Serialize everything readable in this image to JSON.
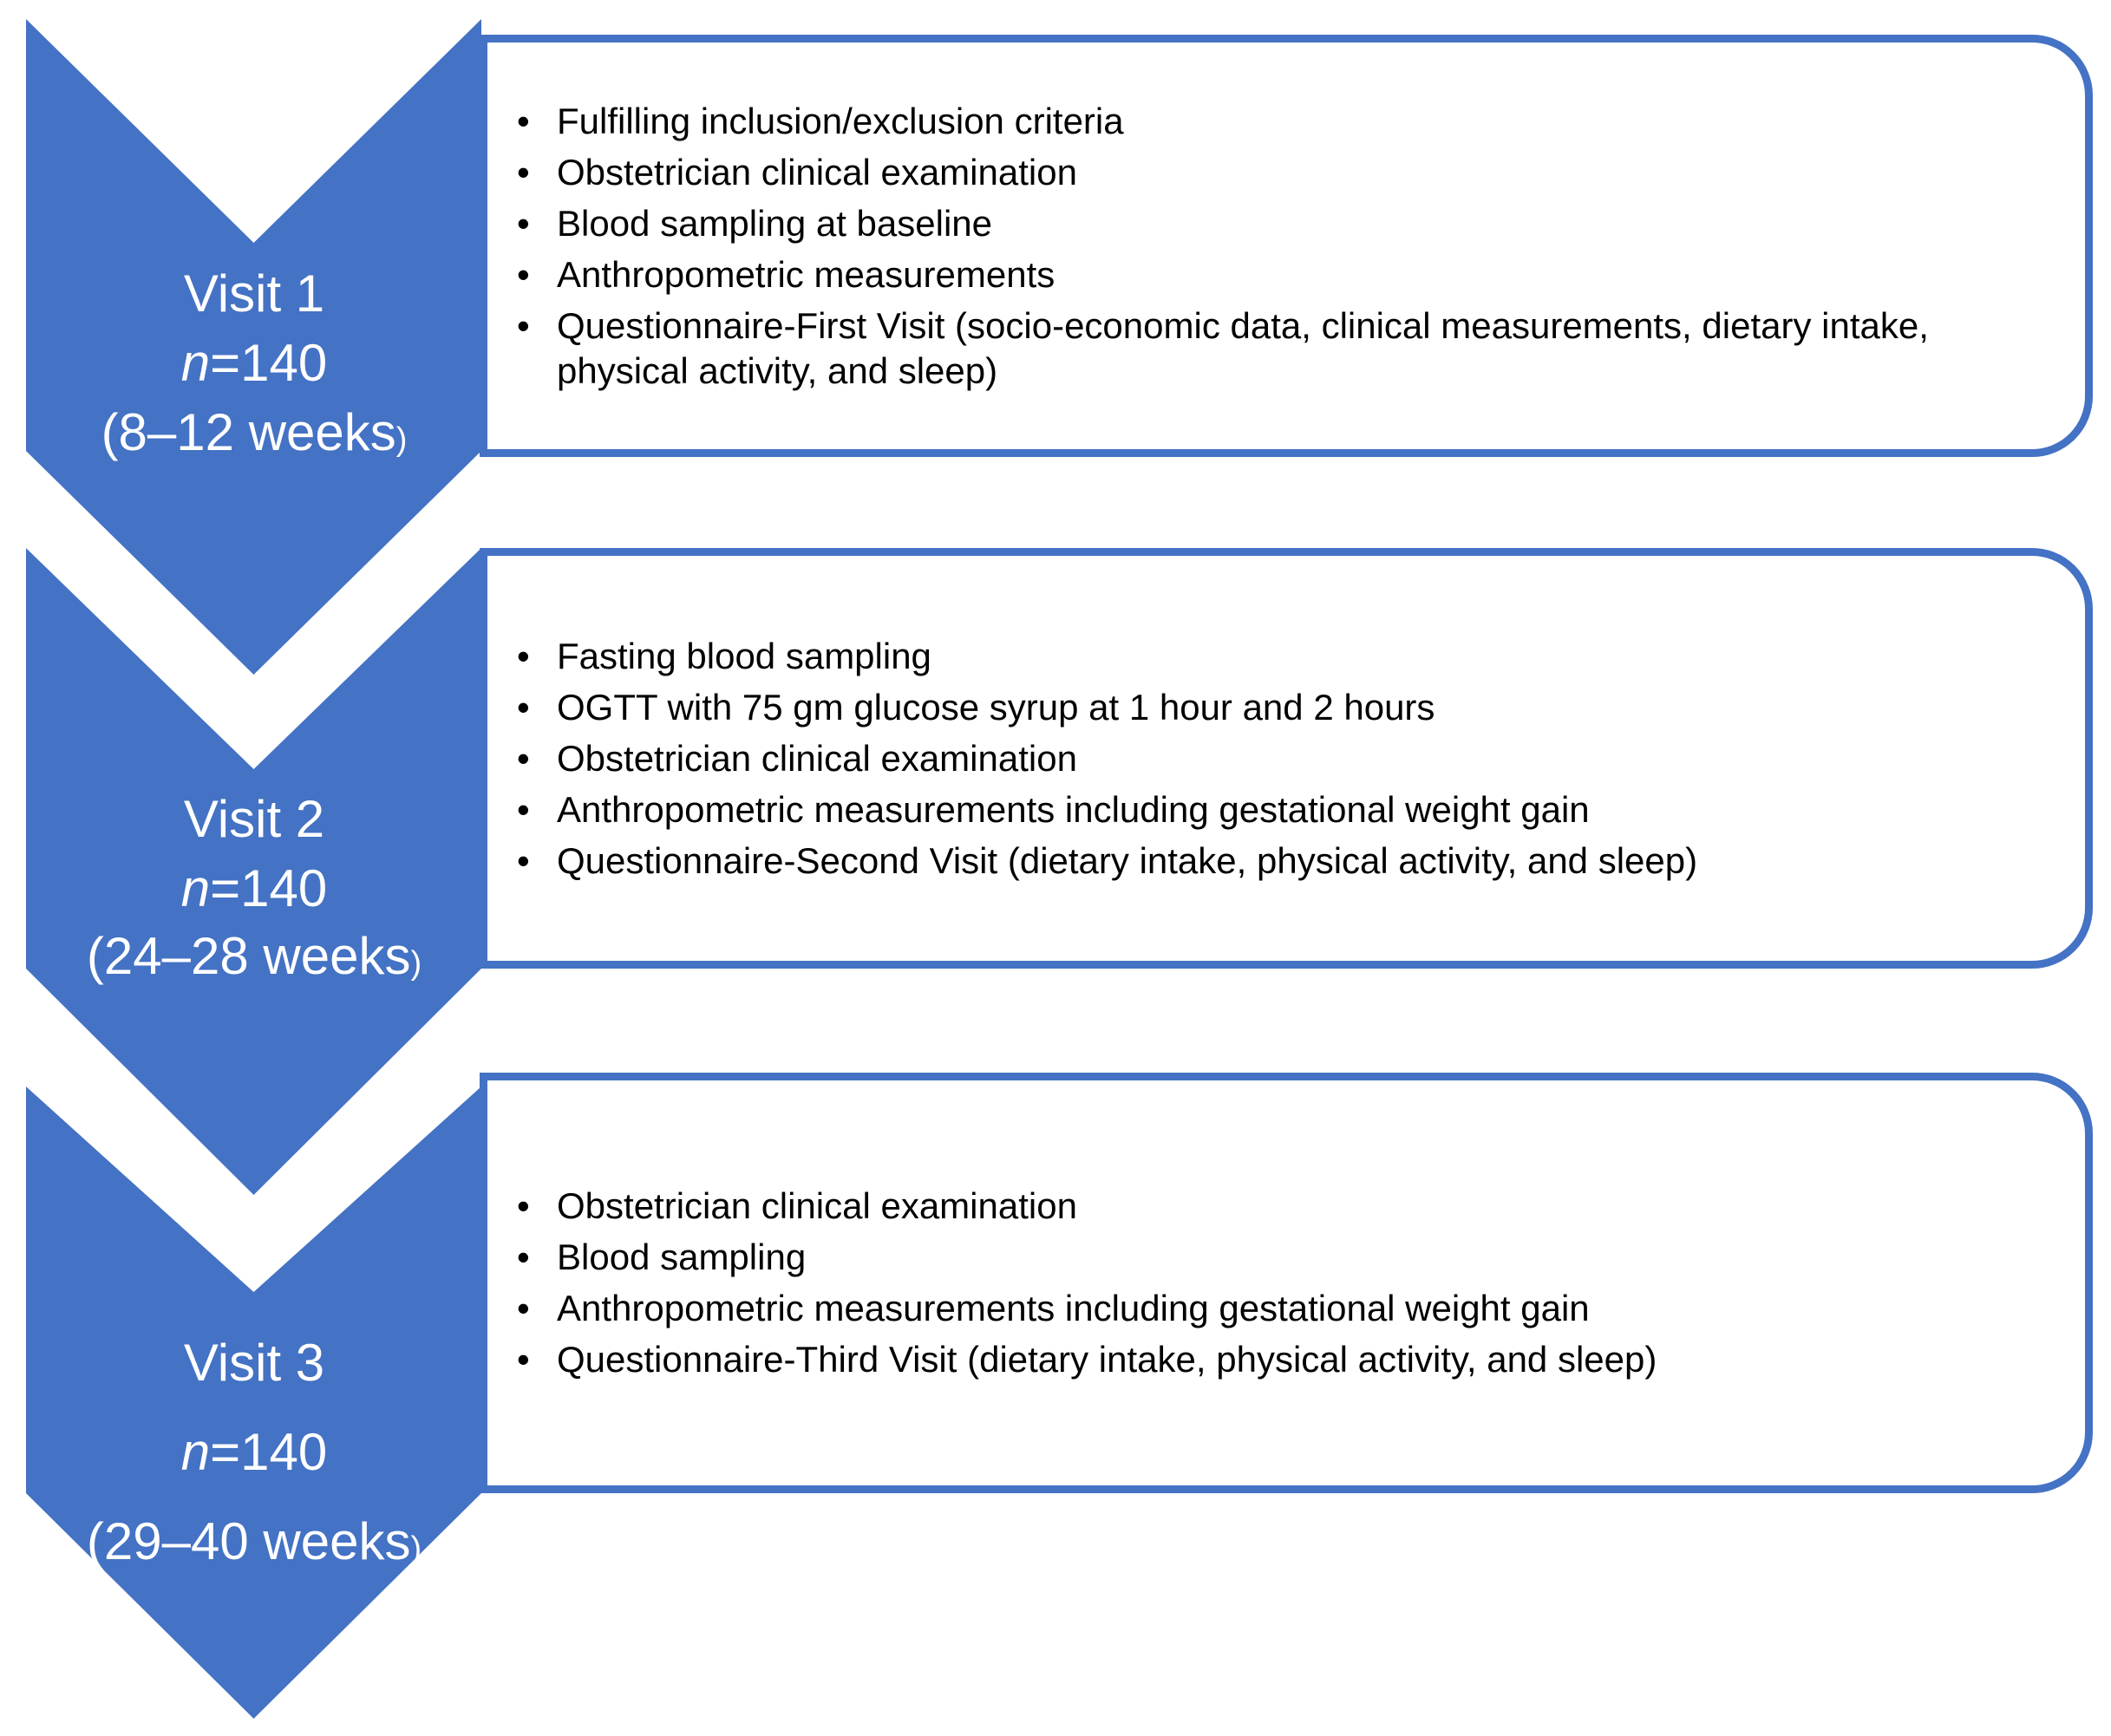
{
  "colors": {
    "accent": "#4472C4",
    "ink": "#000000",
    "label": "#FFFFFF",
    "background": "#FFFFFF"
  },
  "icons": {
    "bullet": "•"
  },
  "visits": [
    {
      "title": "Visit 1",
      "n_italic": "n",
      "n_rest": "=140",
      "weeks_main": "(8–12 weeks",
      "weeks_paren": ")"
    },
    {
      "title": "Visit 2",
      "n_italic": "n",
      "n_rest": "=140",
      "weeks_main": "(24–28 weeks",
      "weeks_paren": ")"
    },
    {
      "title": "Visit 3",
      "n_italic": "n",
      "n_rest": "=140",
      "weeks_main": "(29–40 weeks",
      "weeks_paren": ")"
    }
  ],
  "boxes": [
    {
      "items": [
        "Fulfilling inclusion/exclusion criteria",
        "Obstetrician clinical examination",
        "Blood sampling at baseline",
        "Anthropometric measurements",
        "Questionnaire-First Visit (socio-economic data, clinical measurements, dietary intake, physical activity, and sleep)"
      ]
    },
    {
      "items": [
        "Fasting blood sampling",
        "OGTT with 75 gm glucose syrup at 1 hour and 2 hours",
        "Obstetrician clinical examination",
        "Anthropometric measurements including gestational weight gain",
        "Questionnaire-Second Visit (dietary intake, physical activity, and sleep)"
      ]
    },
    {
      "items": [
        "Obstetrician clinical examination",
        "Blood sampling",
        "Anthropometric measurements including gestational weight gain",
        "Questionnaire-Third Visit (dietary intake, physical activity, and sleep)"
      ]
    }
  ]
}
